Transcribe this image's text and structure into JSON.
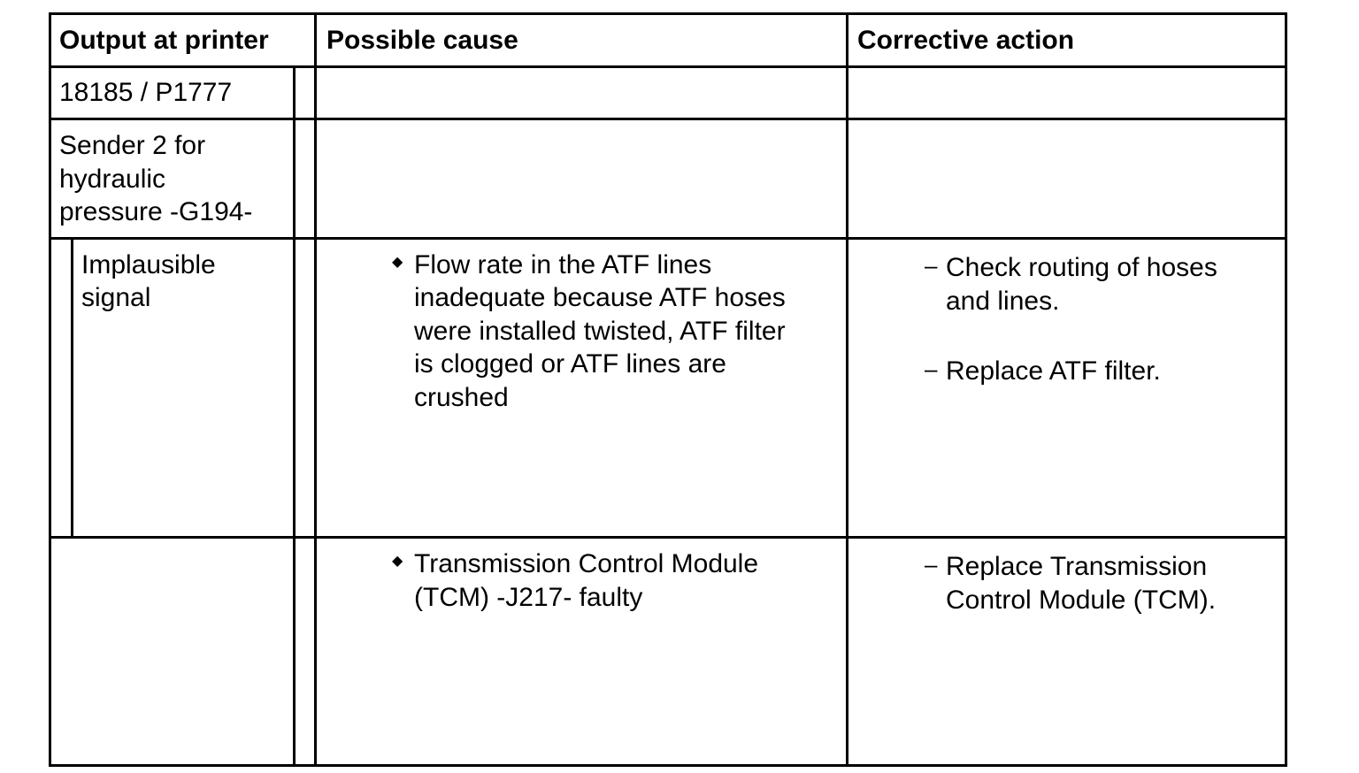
{
  "table": {
    "headers": {
      "output": "Output at printer",
      "cause": "Possible cause",
      "action": "Corrective action"
    },
    "fault_code": "18185 / P1777",
    "component": [
      "Sender 2 for",
      "hydraulic",
      "pressure -G194-"
    ],
    "symptom": [
      "Implausible",
      "signal"
    ],
    "rows": [
      {
        "cause_bullet": "◆",
        "cause": [
          "Flow rate in the ATF lines",
          "inadequate because ATF hoses",
          "were installed twisted, ATF filter",
          "is clogged or ATF lines are",
          "crushed"
        ],
        "actions": [
          {
            "dash": "–",
            "text": [
              "Check routing of hoses",
              "and lines."
            ]
          },
          {
            "dash": "–",
            "text": [
              "Replace ATF filter."
            ]
          }
        ]
      },
      {
        "cause_bullet": "◆",
        "cause": [
          "Transmission Control Module",
          "(TCM) -J217- faulty"
        ],
        "actions": [
          {
            "dash": "–",
            "text": [
              "Replace Transmission",
              "Control Module (TCM)."
            ]
          }
        ]
      }
    ]
  }
}
